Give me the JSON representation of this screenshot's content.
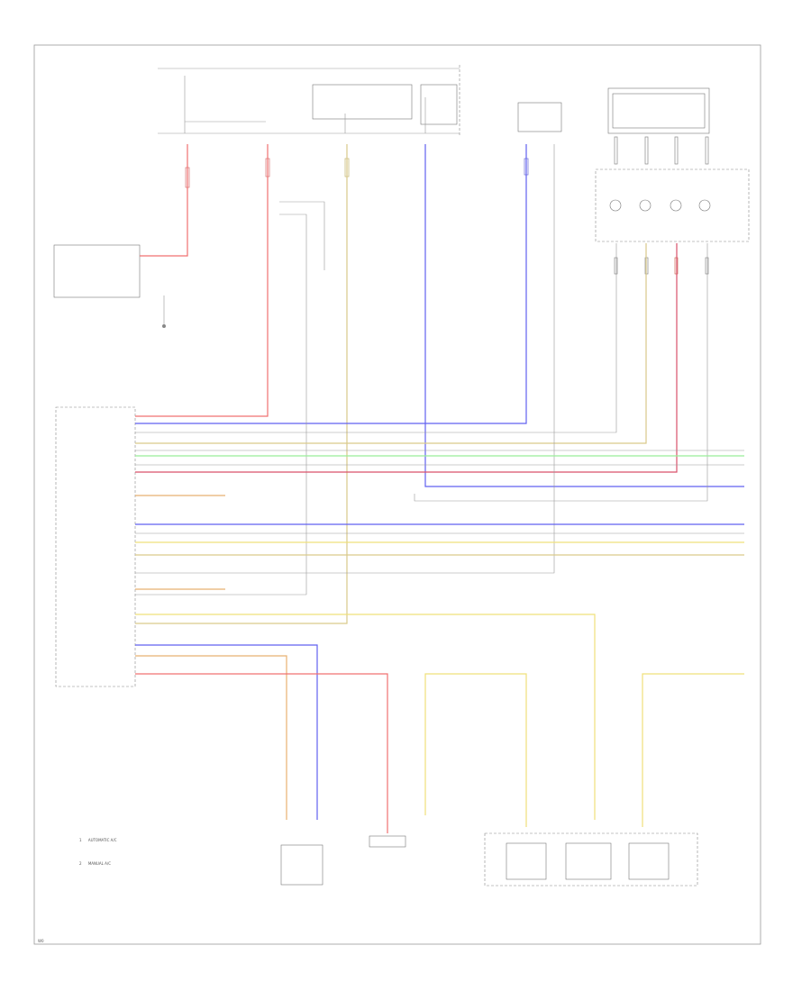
{
  "diagram": {
    "label_side": {
      "text": "1",
      "note": "AUTOMATIC A/C"
    },
    "label_side_2": {
      "text": "2",
      "note": "MANUAL A/C"
    },
    "footer_code": "W0"
  }
}
